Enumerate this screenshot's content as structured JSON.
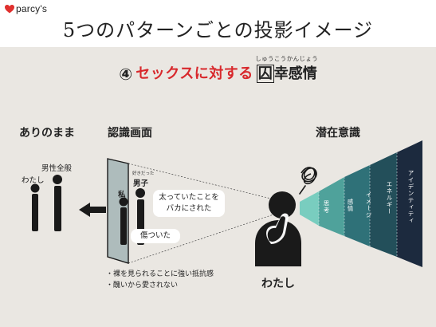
{
  "brand": {
    "name": "parcy's",
    "heart_color": "#e0302e"
  },
  "title": "5つのパターンごとの投影イメージ",
  "subtitle": {
    "number": "④",
    "red_text": "セックスに対する",
    "dark_char_boxed": "囚",
    "dark_rest": "幸感情",
    "ruby": "しゅうこうかんじょう",
    "accent_color": "#d8282c"
  },
  "sections": {
    "as_is": "ありのまま",
    "perceived": "認識画面",
    "subconscious": "潜在意識"
  },
  "figures": {
    "male_all_label": "男性全般",
    "me_label_left": "わたし",
    "liked_small": "好きだった",
    "boy_label": "男子",
    "me_label_screen": "私",
    "me_big": "わたし"
  },
  "bubbles": {
    "upper_line1": "太っていたことを",
    "upper_line2": "バカにされた",
    "lower": "傷ついた"
  },
  "bullets": [
    "・裸を見られることに強い抵抗感",
    "・醜いから愛されない"
  ],
  "beam": {
    "labels": [
      "思考",
      "感情",
      "イメージ",
      "エネルギー",
      "アイデンティティ"
    ],
    "colors": [
      "#79cdbf",
      "#4fa29b",
      "#2f7178",
      "#234f5a",
      "#1c2a3e"
    ]
  }
}
